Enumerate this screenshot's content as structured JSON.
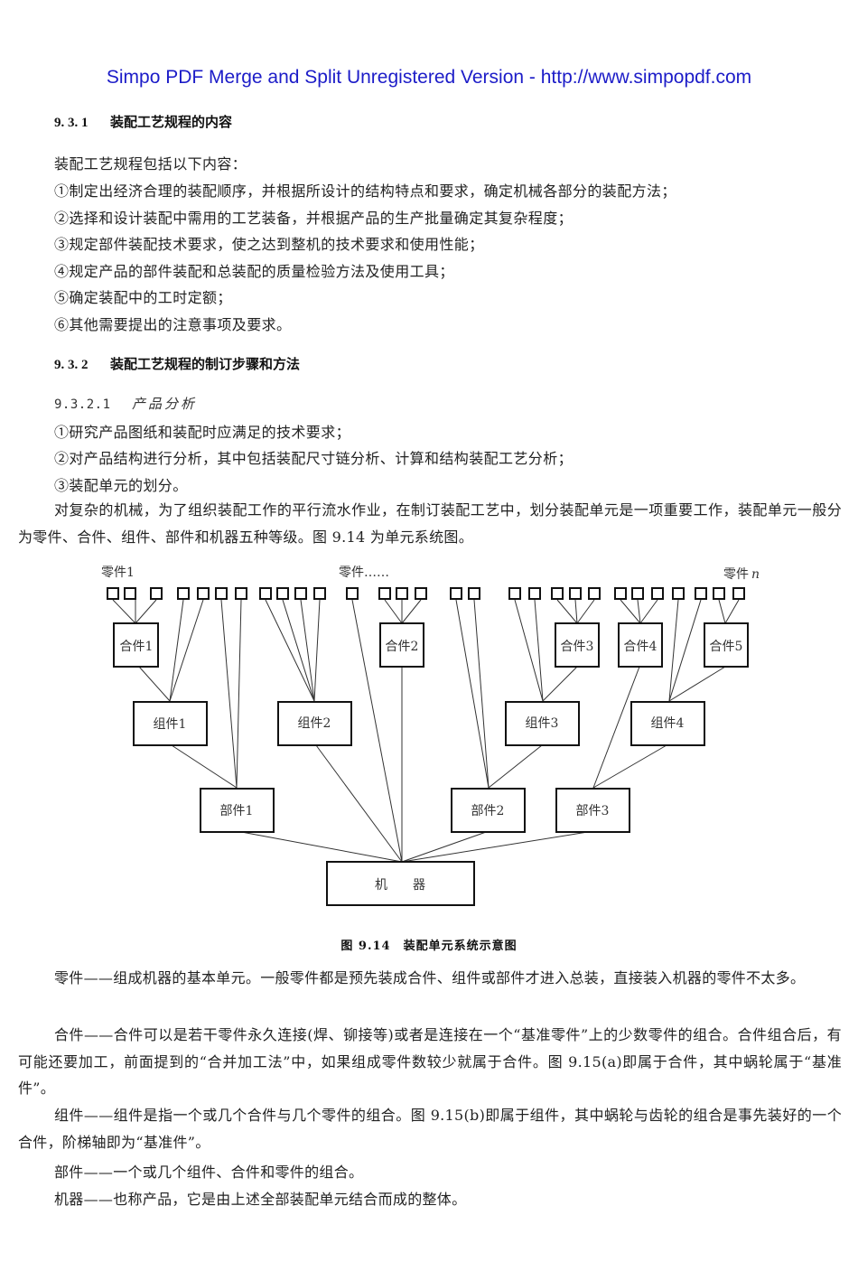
{
  "watermark": "Simpo PDF Merge and Split Unregistered Version - http://www.simpopdf.com",
  "section_931": {
    "number": "9. 3. 1",
    "title": "装配工艺规程的内容",
    "intro": "装配工艺规程包括以下内容：",
    "items": [
      "①制定出经济合理的装配顺序，并根据所设计的结构特点和要求，确定机械各部分的装配方法；",
      "②选择和设计装配中需用的工艺装备，并根据产品的生产批量确定其复杂程度；",
      "③规定部件装配技术要求，使之达到整机的技术要求和使用性能；",
      "④规定产品的部件装配和总装配的质量检验方法及使用工具；",
      "⑤确定装配中的工时定额；",
      "⑥其他需要提出的注意事项及要求。"
    ]
  },
  "section_932": {
    "number": "9. 3. 2",
    "title": "装配工艺规程的制订步骤和方法",
    "sub": {
      "number": "9.3.2.1",
      "title": "产品分析",
      "items": [
        "①研究产品图纸和装配时应满足的技术要求；",
        "②对产品结构进行分析，其中包括装配尺寸链分析、计算和结构装配工艺分析；",
        "③装配单元的划分。"
      ],
      "paragraph": "对复杂的机械，为了组织装配工作的平行流水作业，在制订装配工艺中，划分装配单元是一项重要工作，装配单元一般分为零件、合件、组件、部件和机器五种等级。图 9.14 为单元系统图。"
    }
  },
  "diagram": {
    "labels": {
      "part_first": "零件1",
      "part_mid": "零件……",
      "part_last": "零件",
      "part_last_italic": "n"
    },
    "units": {
      "heji": [
        "合件1",
        "合件2",
        "合件3",
        "合件4",
        "合件5"
      ],
      "zuji": [
        "组件1",
        "组件2",
        "组件3",
        "组件4"
      ],
      "buji": [
        "部件1",
        "部件2",
        "部件3"
      ],
      "machine": "机　　器"
    },
    "caption": "图 9.14　装配单元系统示意图"
  },
  "definitions": [
    "零件——组成机器的基本单元。一般零件都是预先装成合件、组件或部件才进入总装，直接装入机器的零件不太多。",
    "合件——合件可以是若干零件永久连接(焊、铆接等)或者是连接在一个“基准零件”上的少数零件的组合。合件组合后，有可能还要加工，前面提到的“合并加工法”中，如果组成零件数较少就属于合件。图 9.15(a)即属于合件，其中蜗轮属于“基准件”。",
    "组件——组件是指一个或几个合件与几个零件的组合。图 9.15(b)即属于组件，其中蜗轮与齿轮的组合是事先装好的一个合件，阶梯轴即为“基准件”。",
    "部件——一个或几个组件、合件和零件的组合。",
    "机器——也称产品，它是由上述全部装配单元结合而成的整体。"
  ]
}
